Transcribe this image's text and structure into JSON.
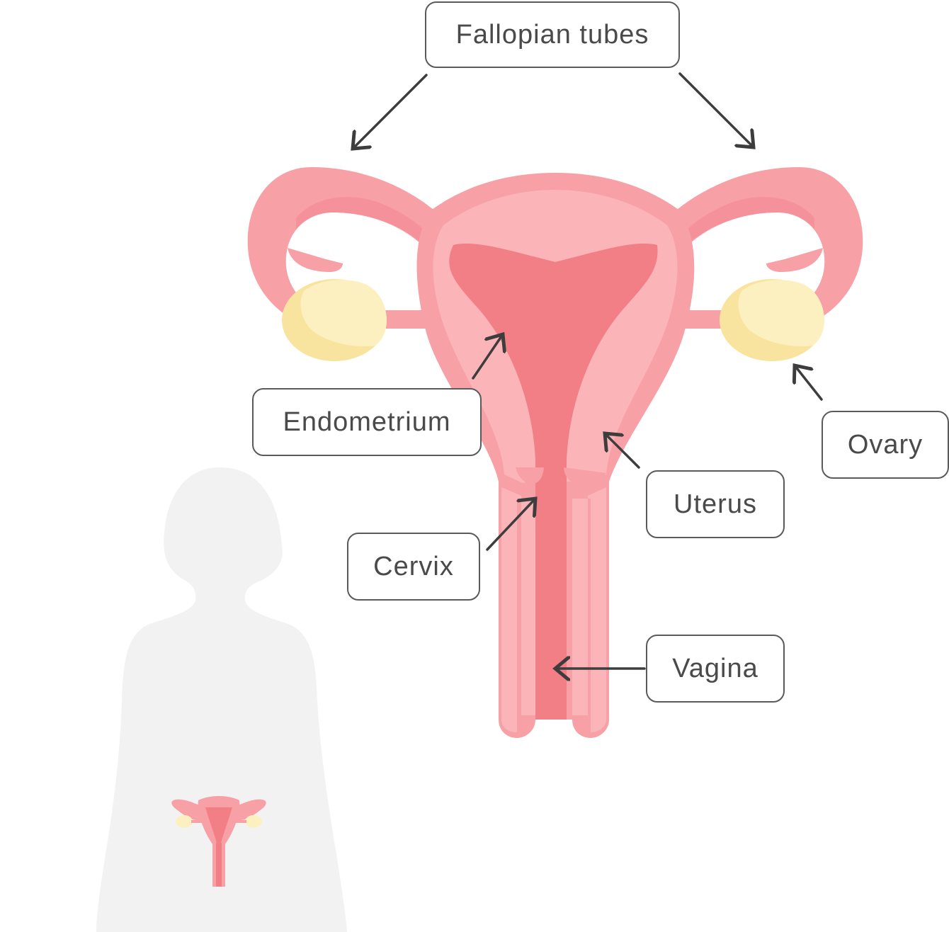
{
  "labels": {
    "fallopian_tubes": "Fallopian tubes",
    "endometrium": "Endometrium",
    "ovary": "Ovary",
    "uterus": "Uterus",
    "cervix": "Cervix",
    "vagina": "Vagina"
  },
  "colors": {
    "uterus_outer": "#f7a0a5",
    "uterus_light": "#fbb4b8",
    "uterus_inner": "#f27e86",
    "ovary": "#fdf0c0",
    "ovary_shade": "#f9e49f",
    "silhouette": "#f2f2f2",
    "arrow": "#3d3d3d",
    "label_border": "#5a5a5a",
    "label_text": "#4a4a4a"
  }
}
